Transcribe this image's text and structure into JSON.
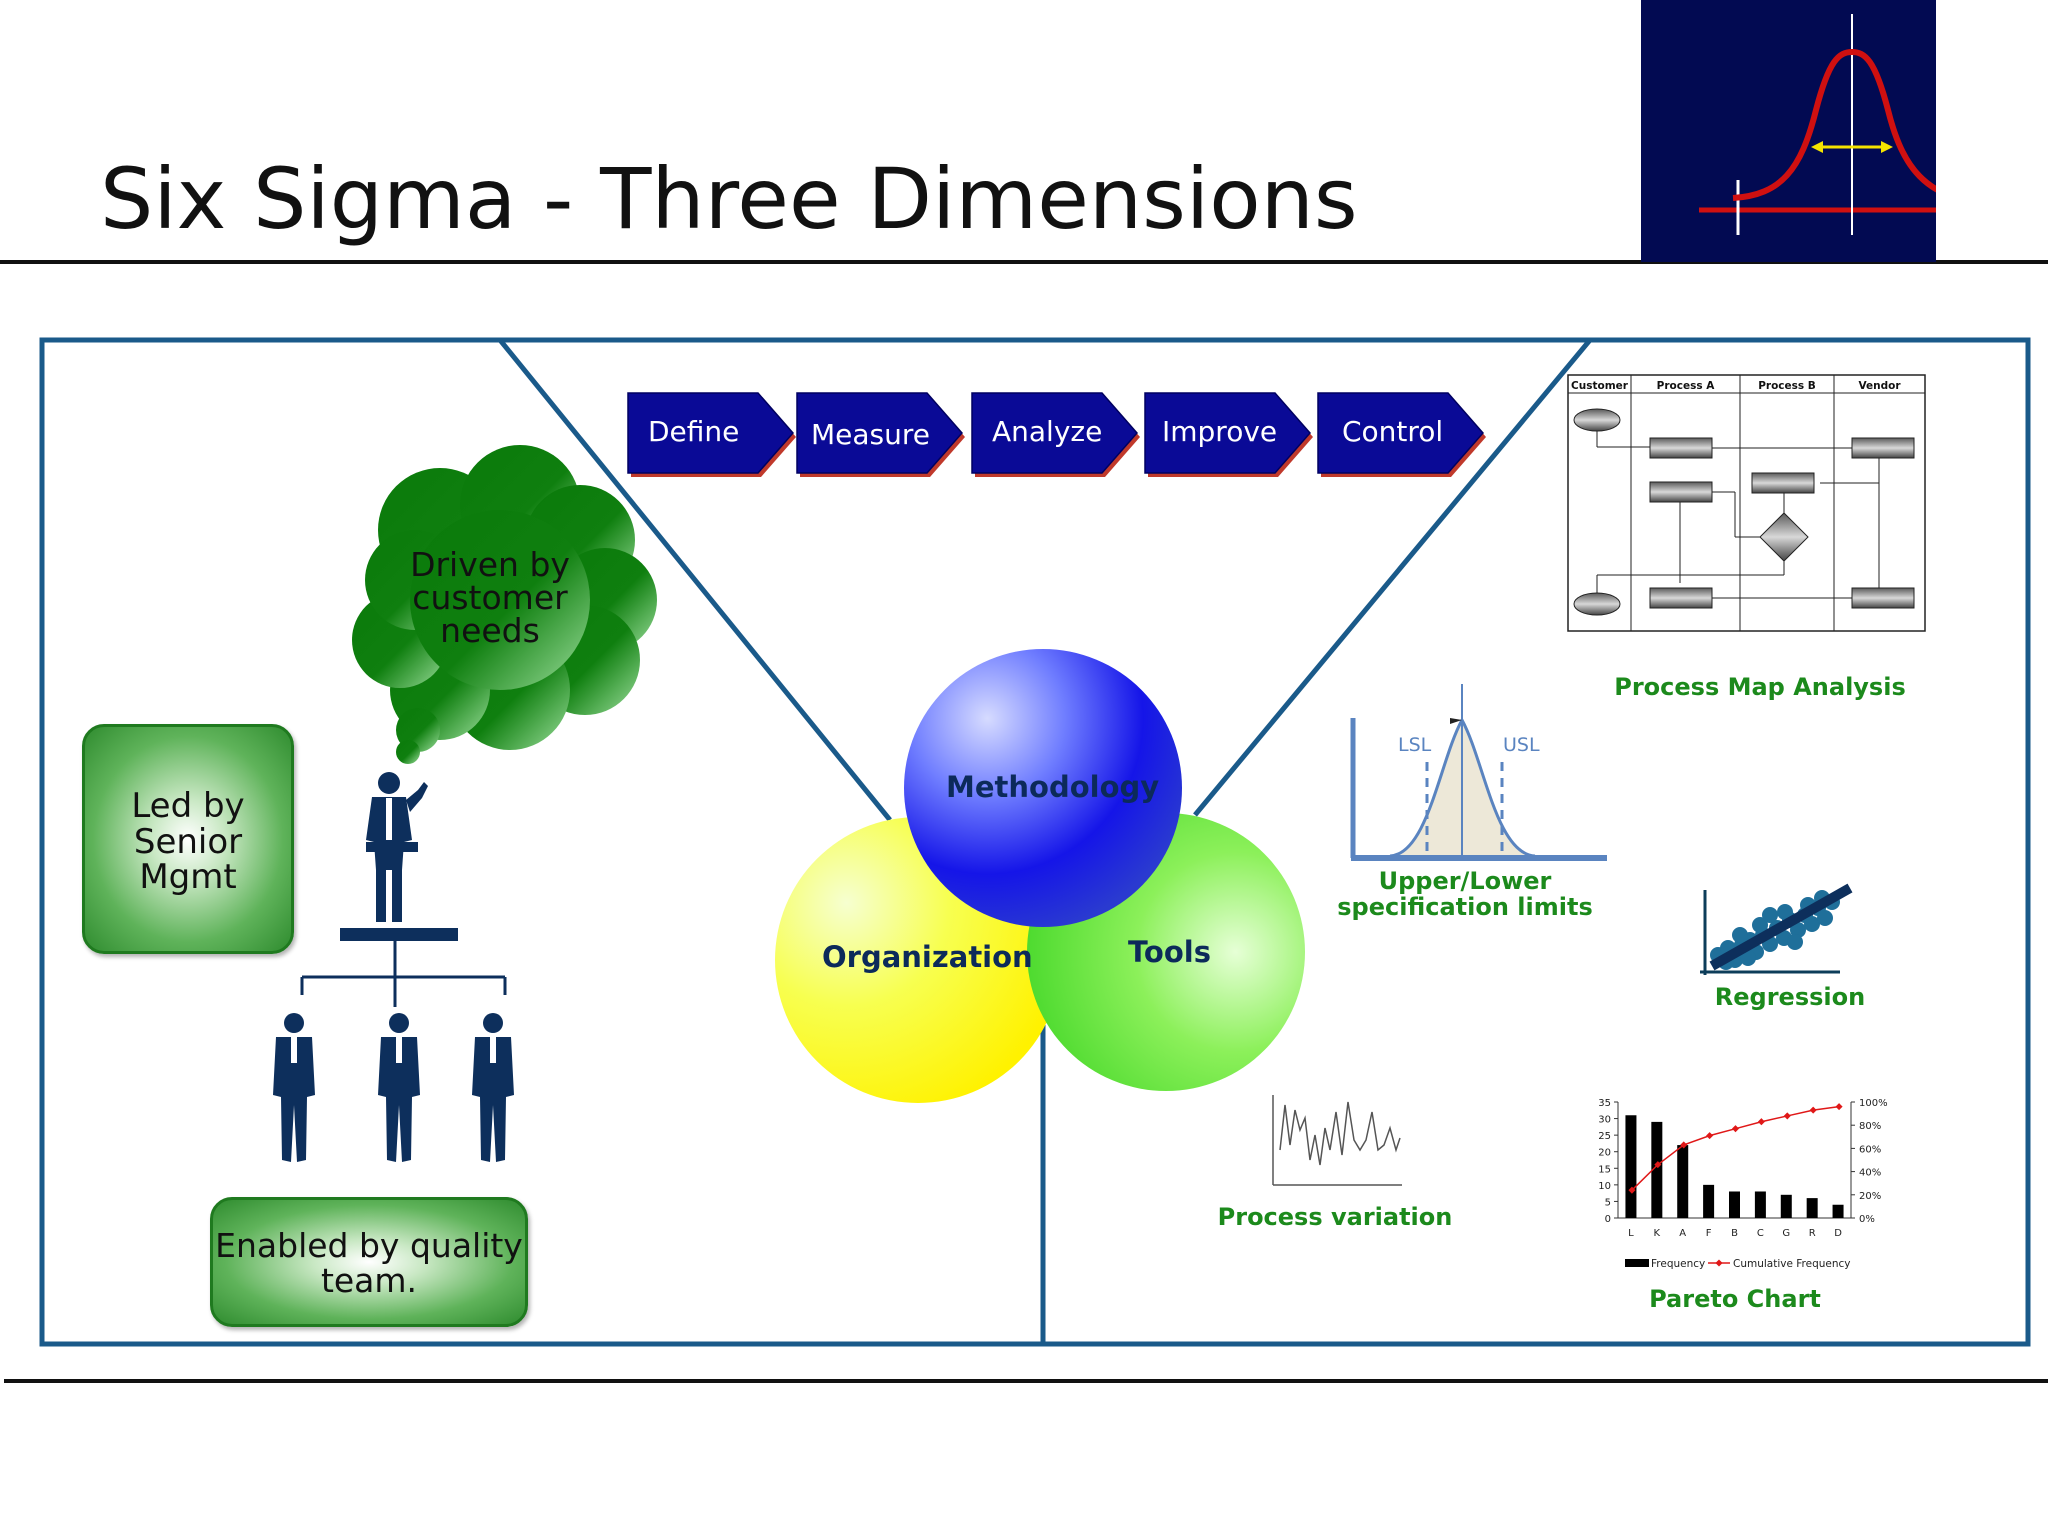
{
  "title": "Six Sigma - Three Dimensions",
  "colors": {
    "frame": "#1a5a8a",
    "dmaic_fill": "#0a0a96",
    "green_text": "#1c8a1c",
    "logo_bg": "#020a52",
    "curve": "#d01010",
    "figure": "#0d2f5c"
  },
  "logo": {
    "icon": "bell-curve-icon"
  },
  "dmaic": {
    "steps": [
      {
        "label": "Define"
      },
      {
        "label": "Measure"
      },
      {
        "label": "Analyze"
      },
      {
        "label": "Improve"
      },
      {
        "label": "Control"
      }
    ]
  },
  "venn": {
    "methodology": "Methodology",
    "organization": "Organization",
    "tools": "Tools"
  },
  "organization": {
    "cloud_lines": [
      "Driven by",
      "customer",
      "needs"
    ],
    "senior_lines": [
      "Led by",
      "Senior",
      "Mgmt"
    ],
    "team_lines": [
      "Enabled by quality",
      "team."
    ]
  },
  "tools": {
    "process_map": {
      "label": "Process Map Analysis",
      "columns": [
        "Customer",
        "Process A",
        "Process B",
        "Vendor"
      ]
    },
    "spec_limits": {
      "label_lines": [
        "Upper/Lower",
        "specification limits"
      ],
      "lsl": "LSL",
      "usl": "USL"
    },
    "regression": {
      "label": "Regression"
    },
    "process_variation": {
      "label": "Process variation"
    },
    "pareto": {
      "label": "Pareto Chart",
      "legend_frequency": "Frequency",
      "legend_cumulative": "Cumulative Frequency",
      "chart_data": {
        "type": "bar",
        "categories": [
          "L",
          "K",
          "A",
          "F",
          "B",
          "C",
          "G",
          "R",
          "D"
        ],
        "series": [
          {
            "name": "Frequency",
            "values": [
              31,
              29,
              22,
              10,
              8,
              8,
              7,
              6,
              4
            ]
          },
          {
            "name": "Cumulative Frequency",
            "values": [
              24,
              46,
              63,
              71,
              77,
              83,
              88,
              93,
              96
            ]
          }
        ],
        "y_ticks": [
          0,
          5,
          10,
          15,
          20,
          25,
          30,
          35
        ],
        "y2_ticks": [
          "0%",
          "20%",
          "40%",
          "60%",
          "80%",
          "100%"
        ],
        "ylim": [
          0,
          35
        ],
        "y2lim": [
          0,
          100
        ]
      }
    }
  }
}
